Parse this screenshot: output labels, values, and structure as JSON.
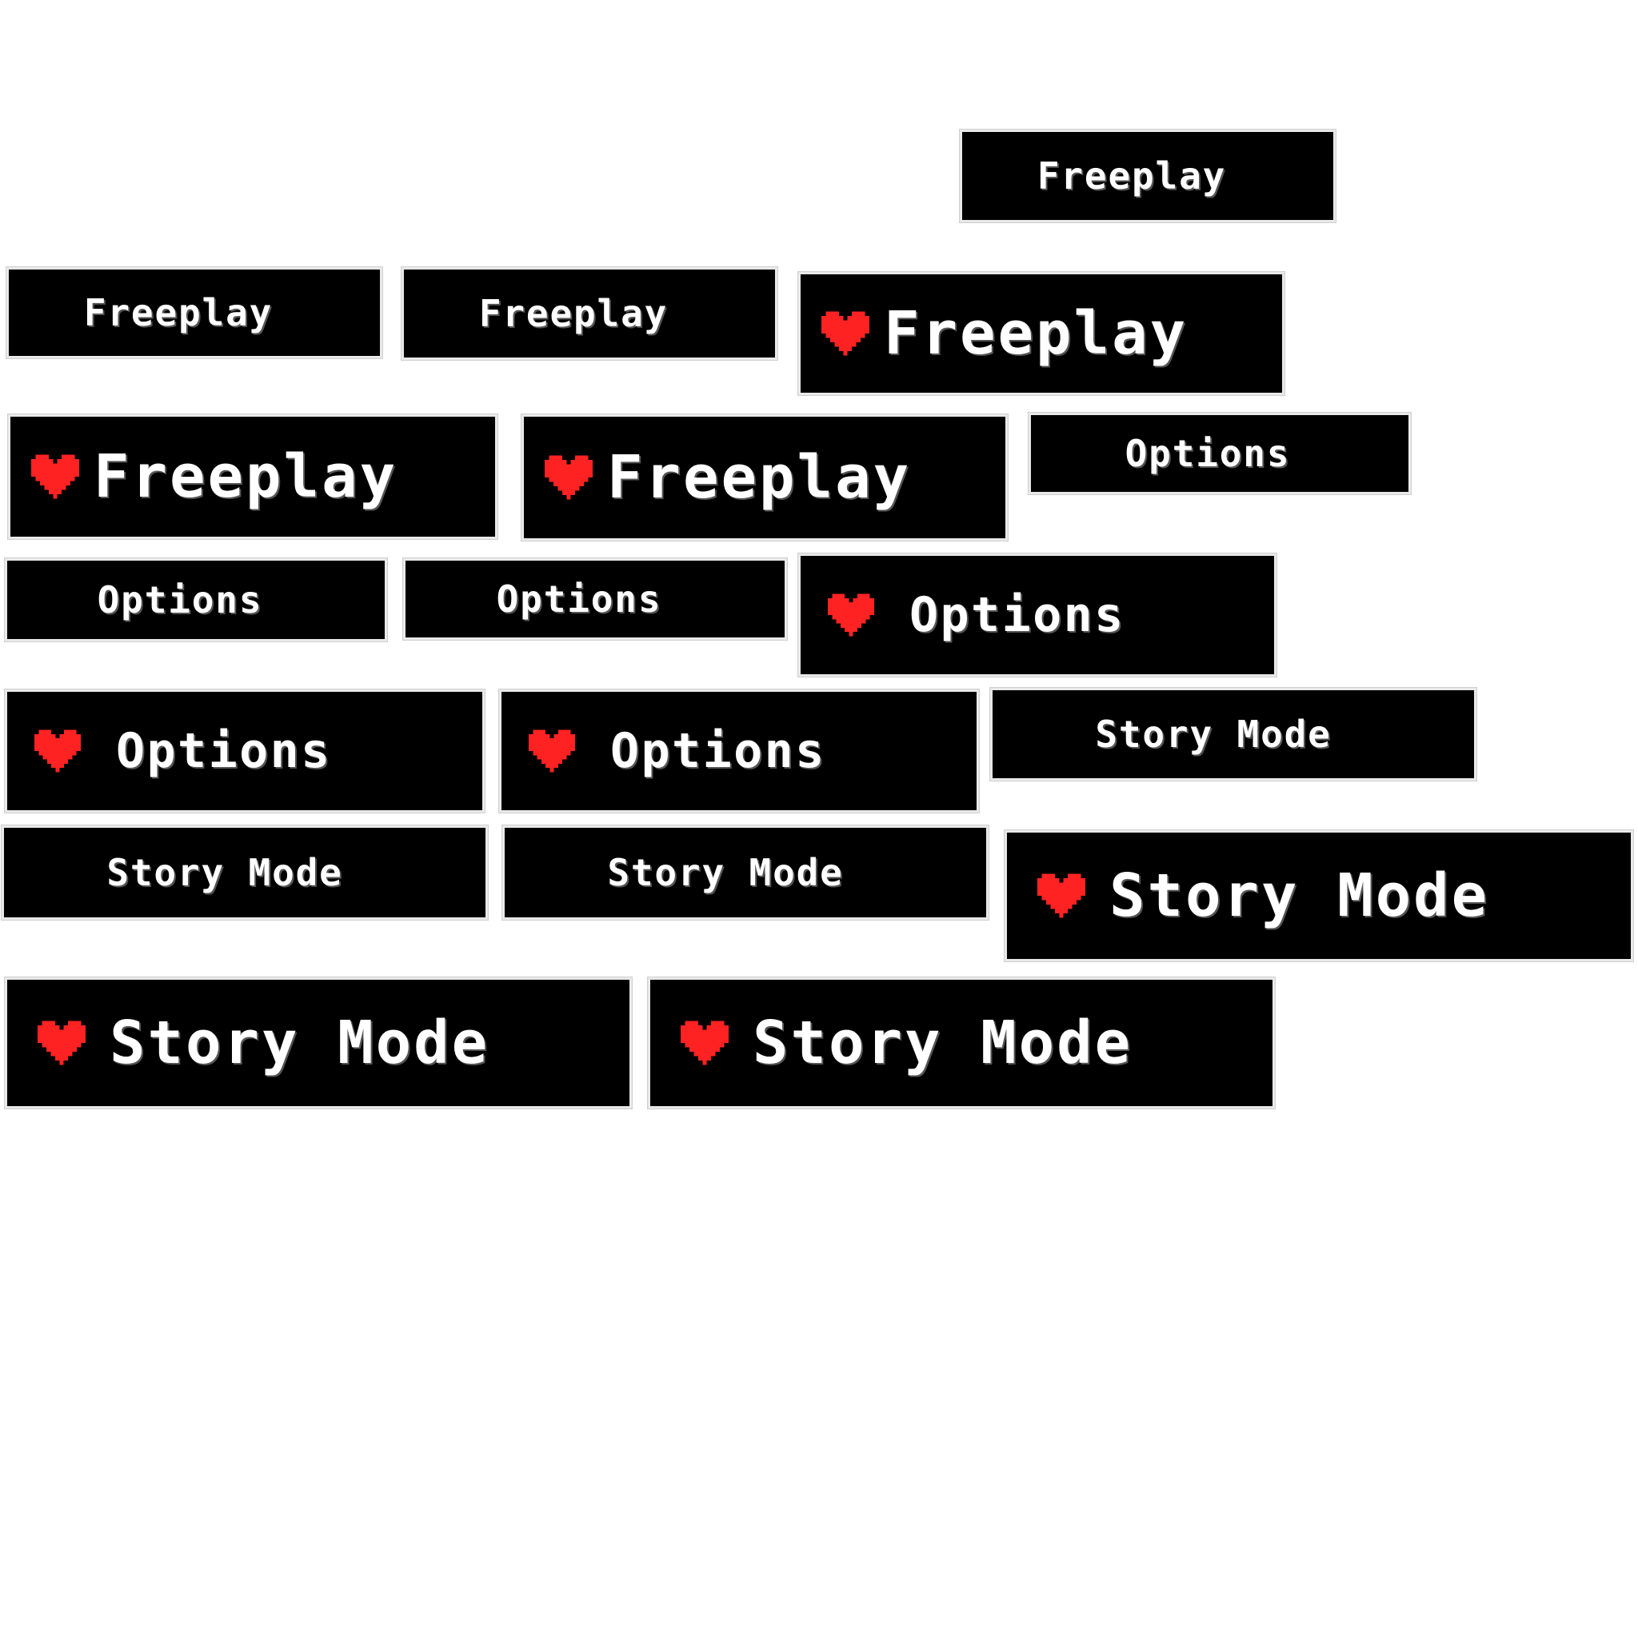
{
  "labels": {
    "freeplay": "Freeplay",
    "options": "Options",
    "story_mode": "Story Mode"
  },
  "colors": {
    "background": "#ffffff",
    "button_fill": "#000000",
    "button_border": "#e9e9e9",
    "label": "#ffffff",
    "heart": "#ff2222"
  },
  "icons": {
    "selection_marker": "heart-icon"
  },
  "buttons": [
    {
      "label": "Freeplay",
      "state": "idle"
    },
    {
      "label": "Freeplay",
      "state": "idle"
    },
    {
      "label": "Freeplay",
      "state": "idle"
    },
    {
      "label": "Freeplay",
      "state": "selected"
    },
    {
      "label": "Freeplay",
      "state": "selected"
    },
    {
      "label": "Freeplay",
      "state": "selected"
    },
    {
      "label": "Options",
      "state": "idle"
    },
    {
      "label": "Options",
      "state": "idle"
    },
    {
      "label": "Options",
      "state": "idle"
    },
    {
      "label": "Options",
      "state": "selected"
    },
    {
      "label": "Options",
      "state": "selected"
    },
    {
      "label": "Options",
      "state": "selected"
    },
    {
      "label": "Story Mode",
      "state": "idle"
    },
    {
      "label": "Story Mode",
      "state": "idle"
    },
    {
      "label": "Story Mode",
      "state": "idle"
    },
    {
      "label": "Story Mode",
      "state": "selected"
    },
    {
      "label": "Story Mode",
      "state": "selected"
    },
    {
      "label": "Story Mode",
      "state": "selected"
    }
  ]
}
